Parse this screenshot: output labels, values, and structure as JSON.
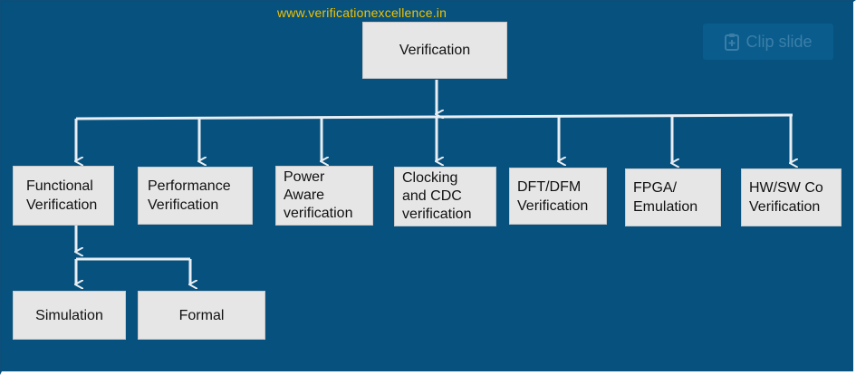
{
  "watermark": "www.verificationexcellence.in",
  "clip_button": {
    "label": "Clip slide",
    "icon": "clipboard-icon"
  },
  "diagram": {
    "root": "Verification",
    "categories": [
      "Functional\nVerification",
      "Performance\nVerification",
      "Power\nAware\nverification",
      "Clocking\nand CDC\nverification",
      "DFT/DFM\nVerification",
      "FPGA/\nEmulation",
      "HW/SW Co\nVerification"
    ],
    "functional_children": [
      "Simulation",
      "Formal"
    ]
  },
  "colors": {
    "background": "#06517e",
    "box_fill": "#e6e6e6",
    "connector": "#e8eef3",
    "watermark": "#f2c200"
  }
}
